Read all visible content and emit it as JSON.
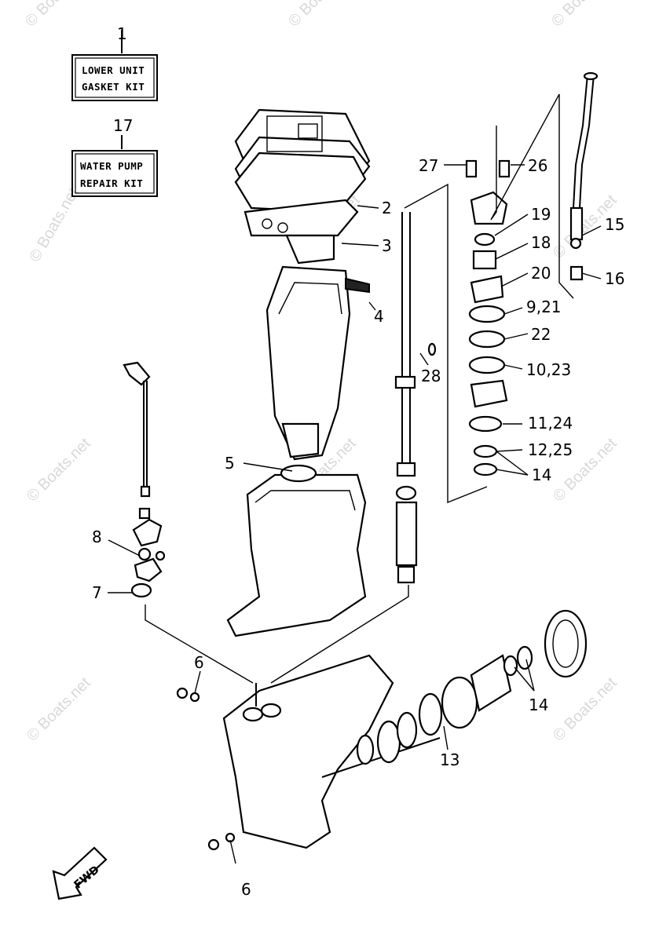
{
  "kits": [
    {
      "number": "1",
      "line1": "LOWER UNIT",
      "line2": "GASKET KIT"
    },
    {
      "number": "17",
      "line1": "WATER PUMP",
      "line2": "REPAIR KIT"
    }
  ],
  "callouts": [
    "2",
    "3",
    "4",
    "5",
    "6",
    "6",
    "7",
    "8",
    "9,21",
    "10,23",
    "11,24",
    "12,25",
    "13",
    "14",
    "14",
    "15",
    "16",
    "18",
    "19",
    "20",
    "22",
    "26",
    "27",
    "28"
  ],
  "direction_label": "FWD",
  "watermark": "© Boats.net"
}
